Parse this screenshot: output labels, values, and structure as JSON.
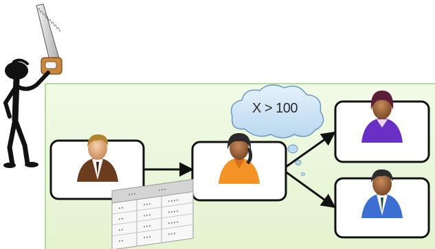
{
  "thought": {
    "text": "X > 100"
  },
  "colors": {
    "panel_fill": "#eaf7d9",
    "panel_border": "#9fd27a",
    "node_border": "#111111",
    "cloud_fill": "#cfe6f7",
    "cloud_stroke": "#6a97c0",
    "arrow": "#111111"
  },
  "icons": {
    "figure": "stick-figure-with-saw",
    "saw": "hand-saw-icon",
    "table": "data-table-icon",
    "thought": "thought-cloud-icon"
  },
  "nodes": [
    {
      "id": "sender",
      "icon": "person-brown-suit-icon"
    },
    {
      "id": "router",
      "icon": "person-orange-shirt-icon"
    },
    {
      "id": "recipient-top",
      "icon": "person-purple-shirt-icon"
    },
    {
      "id": "recipient-bottom",
      "icon": "person-blue-suit-icon"
    }
  ]
}
